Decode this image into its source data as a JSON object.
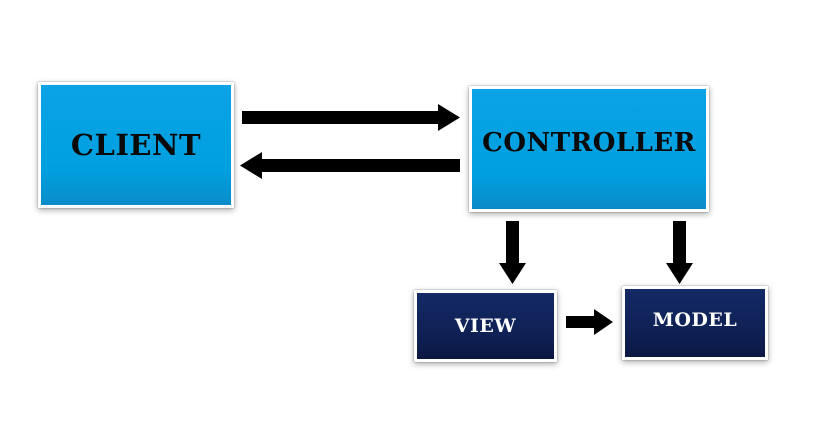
{
  "nodes": {
    "client": {
      "label": "CLIENT",
      "color": "#00a0e0"
    },
    "controller": {
      "label": "CONTROLLER",
      "color": "#00a0e0"
    },
    "view": {
      "label": "VIEW",
      "color": "#0e1f52"
    },
    "model": {
      "label": "MODEL",
      "color": "#0e1f52"
    }
  },
  "edges": [
    {
      "from": "client",
      "to": "controller"
    },
    {
      "from": "controller",
      "to": "client"
    },
    {
      "from": "controller",
      "to": "view"
    },
    {
      "from": "controller",
      "to": "model"
    },
    {
      "from": "view",
      "to": "model"
    }
  ],
  "arrow_color": "#000000"
}
